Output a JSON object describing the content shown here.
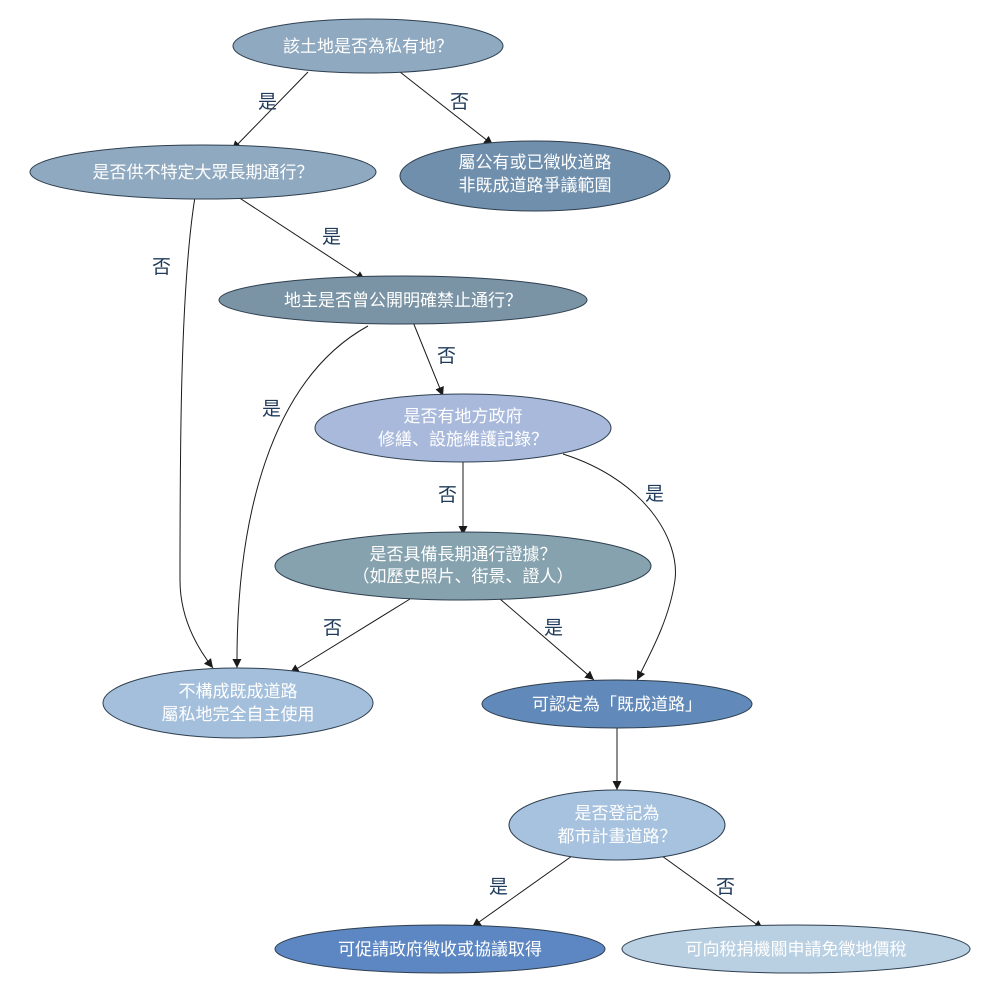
{
  "nodes": {
    "private_land": {
      "lines": [
        "該土地是否為私有地？"
      ],
      "color": "#8fa9c0"
    },
    "public_long_term": {
      "lines": [
        "是否供不特定大眾長期通行？"
      ],
      "color": "#8fa9c0"
    },
    "public_owned": {
      "lines": [
        "屬公有或已徵收道路",
        "非既成道路爭議範圍"
      ],
      "color": "#6f8fad"
    },
    "owner_prohibit": {
      "lines": [
        "地主是否曾公開明確禁止通行？"
      ],
      "color": "#7a94a5"
    },
    "gov_maintenance": {
      "lines": [
        "是否有地方政府",
        "修繕、設施維護記錄？"
      ],
      "color": "#a8b9db"
    },
    "long_term_evidence": {
      "lines": [
        "是否具備長期通行證據？",
        "（如歷史照片、街景、證人）"
      ],
      "color": "#85a2ae"
    },
    "not_existing_road": {
      "lines": [
        "不構成既成道路",
        "屬私地完全自主使用"
      ],
      "color": "#a3bfdb"
    },
    "recognized_road": {
      "lines": [
        "可認定為「既成道路」"
      ],
      "color": "#6189b9"
    },
    "urban_plan": {
      "lines": [
        "是否登記為",
        "都市計畫道路？"
      ],
      "color": "#a6c2de"
    },
    "gov_acquire": {
      "lines": [
        "可促請政府徵收或協議取得"
      ],
      "color": "#5d87c2"
    },
    "tax_exempt": {
      "lines": [
        "可向稅捐機關申請免徵地價稅"
      ],
      "color": "#b9cfe2"
    }
  },
  "edges": [
    {
      "id": "e1",
      "label": "是"
    },
    {
      "id": "e2",
      "label": "否"
    },
    {
      "id": "e3",
      "label": "是"
    },
    {
      "id": "e4",
      "label": "否"
    },
    {
      "id": "e5",
      "label": "否"
    },
    {
      "id": "e6",
      "label": "是"
    },
    {
      "id": "e7",
      "label": "否"
    },
    {
      "id": "e8",
      "label": "是"
    },
    {
      "id": "e9",
      "label": "否"
    },
    {
      "id": "e10",
      "label": "是"
    },
    {
      "id": "e11",
      "label": ""
    },
    {
      "id": "e12",
      "label": "是"
    },
    {
      "id": "e13",
      "label": "否"
    }
  ]
}
